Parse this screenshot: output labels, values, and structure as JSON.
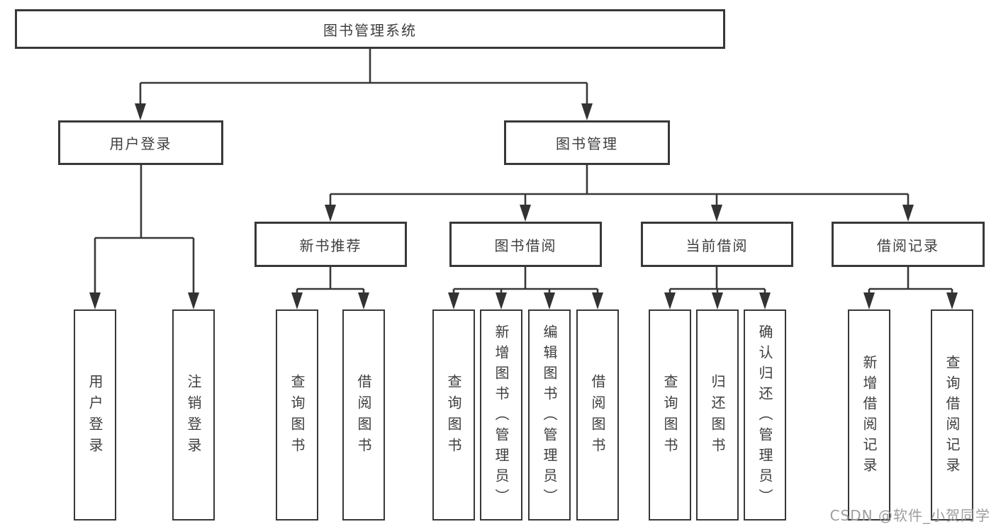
{
  "diagram": {
    "root": {
      "label": "图书管理系统"
    },
    "branches": [
      {
        "label": "用户登录",
        "children": [
          "用户登录",
          "注销登录"
        ]
      },
      {
        "label": "图书管理",
        "sections": [
          {
            "label": "新书推荐",
            "children": [
              "查询图书",
              "借阅图书"
            ]
          },
          {
            "label": "图书借阅",
            "children": [
              "查询图书",
              "新增图书（管理员）",
              "编辑图书（管理员）",
              "借阅图书"
            ]
          },
          {
            "label": "当前借阅",
            "children": [
              "查询图书",
              "归还图书",
              "确认归还（管理员）"
            ]
          },
          {
            "label": "借阅记录",
            "children": [
              "新增借阅记录",
              "查询借阅记录"
            ]
          }
        ]
      }
    ],
    "watermark": "CSDN @软件_小贺同学",
    "colors": {
      "line": "#383838",
      "text": "#3e3e3e",
      "watermark": "#9d9d9d",
      "background": "#ffffff"
    }
  }
}
